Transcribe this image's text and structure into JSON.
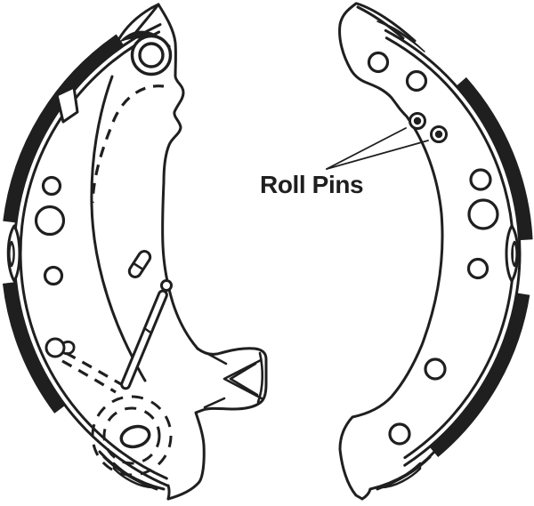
{
  "annotation": {
    "label": "Roll Pins",
    "leader_line_count": 2
  },
  "colors": {
    "ink": "#1f1f1f",
    "background": "#ffffff"
  },
  "parts": [
    "left-brake-shoe",
    "right-brake-shoe",
    "roll-pins"
  ]
}
